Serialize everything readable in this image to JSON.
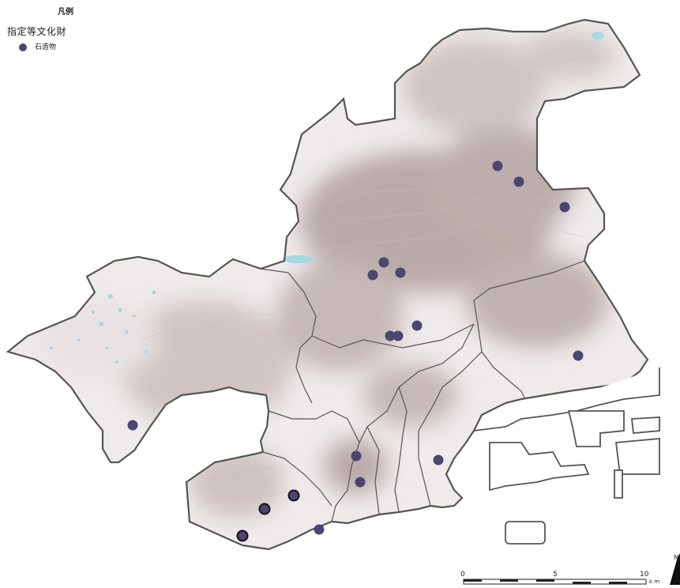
{
  "legend": {
    "title": "凡例",
    "subtitle": "指定等文化財",
    "items": [
      {
        "label": "石造物",
        "color": "#4b4670"
      }
    ]
  },
  "scale_bar": {
    "labels": [
      "0",
      "5",
      "10"
    ],
    "unit": "k m"
  },
  "north_arrow": {
    "label": "N"
  },
  "colors": {
    "terrain_high": "#b9aaa9",
    "terrain_mid": "#d2c7c5",
    "terrain_low": "#ebe6e5",
    "water": "#a8d7e6",
    "boundary": "#555555",
    "marker": "#4b4670"
  },
  "sites": [
    {
      "type": "石造物"
    },
    {
      "type": "石造物"
    },
    {
      "type": "石造物"
    },
    {
      "type": "石造物"
    },
    {
      "type": "石造物"
    },
    {
      "type": "石造物"
    },
    {
      "type": "石造物"
    },
    {
      "type": "石造物"
    },
    {
      "type": "石造物"
    },
    {
      "type": "石造物"
    },
    {
      "type": "石造物"
    },
    {
      "type": "石造物"
    },
    {
      "type": "石造物"
    },
    {
      "type": "石造物"
    },
    {
      "type": "石造物"
    },
    {
      "type": "石造物"
    },
    {
      "type": "石造物"
    },
    {
      "type": "石造物"
    },
    {
      "type": "石造物"
    },
    {
      "type": "石造物"
    }
  ]
}
